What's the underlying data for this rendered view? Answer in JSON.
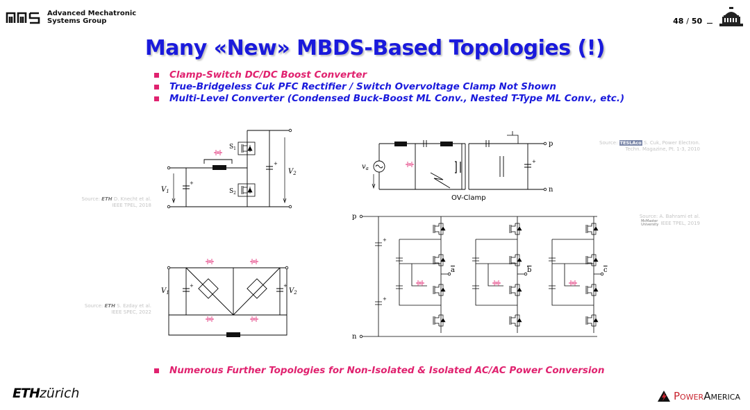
{
  "header": {
    "group_line1": "Advanced Mechatronic",
    "group_line2": "Systems Group",
    "page_current": "48",
    "page_sep": "/",
    "page_total": "50"
  },
  "title": "Many «New» MBDS-Based Topologies (!)",
  "bullets_top": [
    {
      "text": "Clamp-Switch DC/DC Boost Converter",
      "color": "#e0226f"
    },
    {
      "text": "True-Bridgeless Cuk PFC Rectifier  /  Switch Overvoltage Clamp Not Shown",
      "color": "#1a1adc"
    },
    {
      "text": "Multi-Level Converter (Condensed Buck-Boost ML Conv., Nested T-Type ML Conv., etc.)",
      "color": "#1a1adc"
    }
  ],
  "bullets_bottom": [
    {
      "text": "Numerous Further Topologies for Non-Isolated & Isolated AC/AC Power Conversion",
      "color": "#e0226f"
    }
  ],
  "sources": {
    "boost": {
      "prefix": "Source:",
      "logo": "ETH",
      "line1": "D. Knecht et al.",
      "line2": "IEEE TPEL, 2018"
    },
    "cuk": {
      "prefix": "Source:",
      "logo": "TESLAco",
      "line1": "S. Cuk, Power Electron.",
      "line2": "Techn. Magazine, Pt. 1-3, 2010"
    },
    "bidir": {
      "prefix": "Source:",
      "logo": "ETH",
      "line1": "S. Ezday et al.",
      "line2": "IEEE SPEC, 2022"
    },
    "multilevel": {
      "prefix": "Source:",
      "logo_line1": "McMaster",
      "logo_line2": "University",
      "line1": "A. Bahrami et al.",
      "line2": "IEEE TPEL, 2019"
    }
  },
  "circuits": {
    "boost": {
      "s1": "S",
      "s1_sub": "1",
      "s2": "S",
      "s2_sub": "2",
      "v1": "V",
      "v1_sub": "1",
      "v2": "V",
      "v2_sub": "2",
      "cap": "+",
      "cap2": "+"
    },
    "cuk": {
      "va": "v",
      "va_sub": "a",
      "p": "p",
      "n": "n",
      "clamp": "OV-Clamp",
      "cap": "+"
    },
    "bidir": {
      "v1": "V",
      "v1_sub": "1",
      "v2": "V",
      "v2_sub": "2",
      "cap1": "+",
      "cap2": "+"
    },
    "multilevel": {
      "p": "p",
      "n": "n",
      "phase_a": "a",
      "phase_b": "b",
      "phase_c": "c",
      "cap1": "+",
      "cap2": "+"
    }
  },
  "footer": {
    "eth_bold": "ETH",
    "eth_rest": "zürich",
    "pa_power": "Power",
    "pa_america": "America"
  },
  "colors": {
    "title_blue": "#1a1adc",
    "accent_magenta": "#e0226f",
    "power_red": "#c8242f"
  }
}
